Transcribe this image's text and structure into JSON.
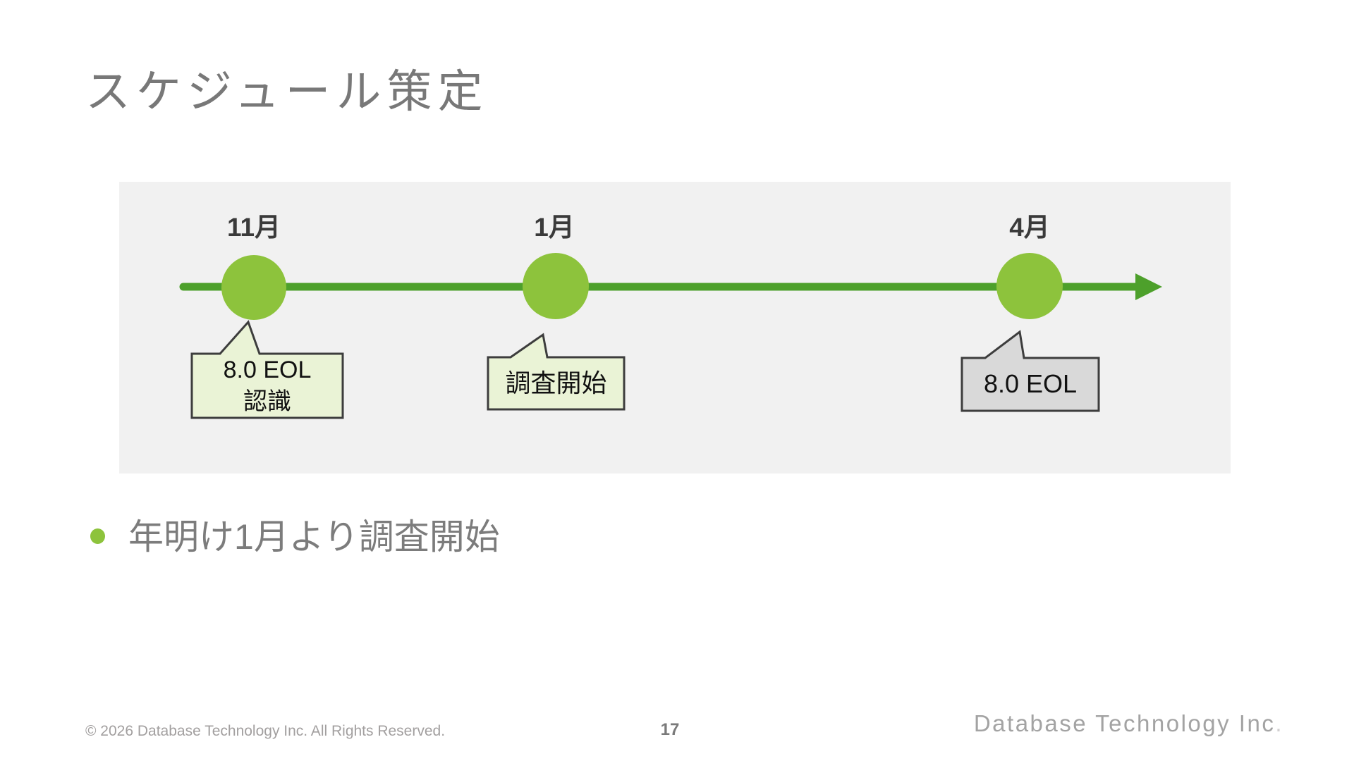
{
  "slide": {
    "title": "スケジュール策定",
    "page_number": "17",
    "copyright": "© 2026 Database Technology Inc. All Rights Reserved.",
    "logo_text": "Database Technology Inc",
    "logo_dot": "."
  },
  "timeline": {
    "milestones": [
      {
        "month": "11月",
        "callout_line1": "8.0 EOL",
        "callout_line2": "認識",
        "callout_style": "green"
      },
      {
        "month": "1月",
        "callout_line1": "調査開始",
        "callout_style": "green"
      },
      {
        "month": "4月",
        "callout_line1": "8.0 EOL",
        "callout_style": "gray"
      }
    ]
  },
  "bullet": {
    "text": "年明け1月より調査開始"
  },
  "colors": {
    "milestone_green": "#8dc33c",
    "arrow_green": "#4da02b",
    "callout_green_fill": "#eaf3d6",
    "callout_gray_fill": "#d9d9d9",
    "callout_border": "#3d3d3d",
    "panel_background": "#f1f1f1",
    "title_gray": "#787878",
    "body_text_gray": "#7c7c7c"
  }
}
